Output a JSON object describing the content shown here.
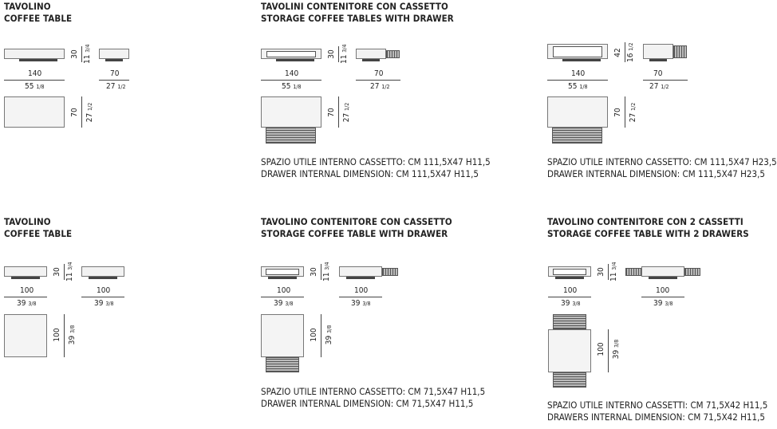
{
  "sections": {
    "s1": {
      "title_it": "TAVOLINO",
      "title_en": "COFFEE TABLE"
    },
    "s2": {
      "title_it": "TAVOLINI CONTENITORE CON CASSETTO",
      "title_en": "STORAGE COFFEE TABLES WITH DRAWER",
      "note_it": "SPAZIO UTILE INTERNO CASSETTO: CM 111,5X47 H11,5",
      "note_en": "DRAWER INTERNAL DIMENSION: CM 111,5X47 H11,5"
    },
    "s3": {
      "note_it": "SPAZIO UTILE INTERNO CASSETTO: CM 111,5X47 H23,5",
      "note_en": "DRAWER INTERNAL DIMENSION: CM 111,5X47 H23,5"
    },
    "s4": {
      "title_it": "TAVOLINO",
      "title_en": "COFFEE TABLE"
    },
    "s5": {
      "title_it": "TAVOLINO CONTENITORE CON CASSETTO",
      "title_en": "STORAGE COFFEE TABLE WITH DRAWER",
      "note_it": "SPAZIO UTILE INTERNO CASSETTO: CM 71,5X47 H11,5",
      "note_en": "DRAWER INTERNAL DIMENSION: CM 71,5X47 H11,5"
    },
    "s6": {
      "title_it": "TAVOLINO CONTENITORE CON 2 CASSETTI",
      "title_en": "STORAGE COFFEE TABLE WITH 2 DRAWERS",
      "note_it": "SPAZIO UTILE INTERNO CASSETTI: CM 71,5X42 H11,5",
      "note_en": "DRAWERS INTERNAL DIMENSION: CM 71,5X42 H11,5"
    }
  },
  "dims": {
    "cm_140": "140",
    "in_55": "55",
    "in_55_frac": "1/8",
    "cm_70": "70",
    "in_27": "27",
    "in_27_frac": "1/2",
    "cm_30": "30",
    "in_11": "11",
    "in_11_frac": "3/4",
    "cm_42": "42",
    "in_16": "16",
    "in_16_frac": "1/2",
    "cm_100": "100",
    "in_39": "39",
    "in_39_frac": "3/8"
  }
}
